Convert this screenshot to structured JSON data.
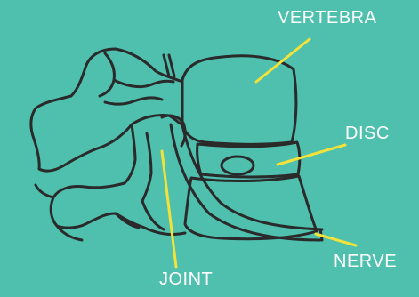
{
  "diagram": {
    "background_color": "#4fbfae",
    "outline_color": "#2a2a2a",
    "leader_color": "#f2e23a",
    "labels": {
      "vertebra": "VERTEBRA",
      "disc": "DISC",
      "nerve": "NERVE",
      "joint": "JOINT"
    }
  }
}
